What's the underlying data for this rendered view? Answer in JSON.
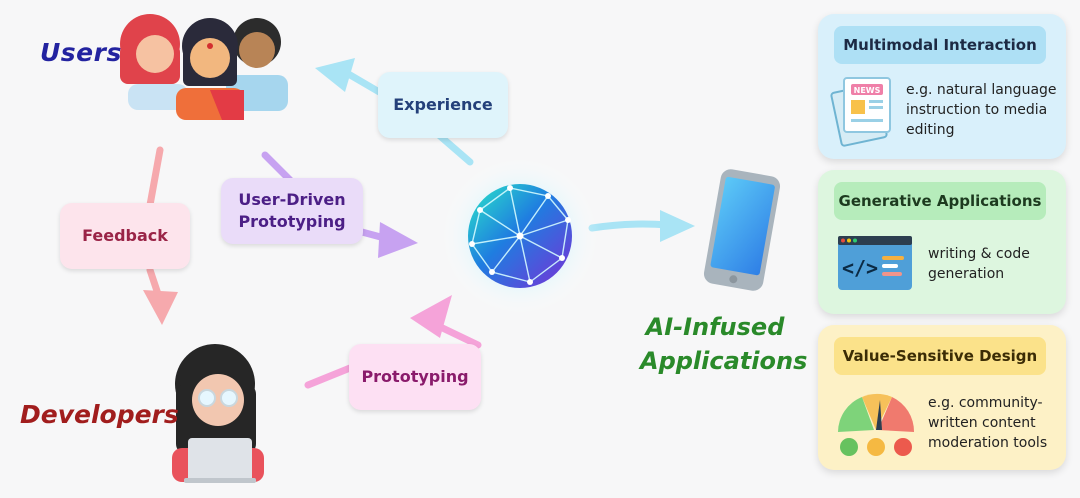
{
  "labels": {
    "users": "Users",
    "developers": "Developers",
    "ai_apps_line1": "AI-Infused",
    "ai_apps_line2": "Applications"
  },
  "flows": {
    "experience": "Experience",
    "feedback": "Feedback",
    "user_driven_line1": "User-Driven",
    "user_driven_line2": "Prototyping",
    "prototyping": "Prototyping"
  },
  "cards": [
    {
      "title": "Multimodal Interaction",
      "lines": [
        "e.g. natural language",
        "instruction to media",
        "editing"
      ],
      "icon": "newspaper-icon",
      "icon_label": "NEWS"
    },
    {
      "title": "Generative Applications",
      "lines": [
        "writing & code",
        "generation"
      ],
      "icon": "code-window-icon",
      "icon_label": "</>"
    },
    {
      "title": "Value-Sensitive Design",
      "lines": [
        "e.g. community-",
        "written content",
        "moderation tools"
      ],
      "icon": "sentiment-gauge-icon"
    }
  ],
  "colors": {
    "users_title": "#2323a0",
    "developers_title": "#a11d1d",
    "ai_title": "#2a8a2a",
    "experience_arrow": "#a9e4f5",
    "feedback_arrow": "#f6a9ad",
    "user_driven_arrow": "#c7a2f1",
    "prototyping_arrow": "#f5a3d9",
    "output_arrow": "#a9e4f5"
  }
}
